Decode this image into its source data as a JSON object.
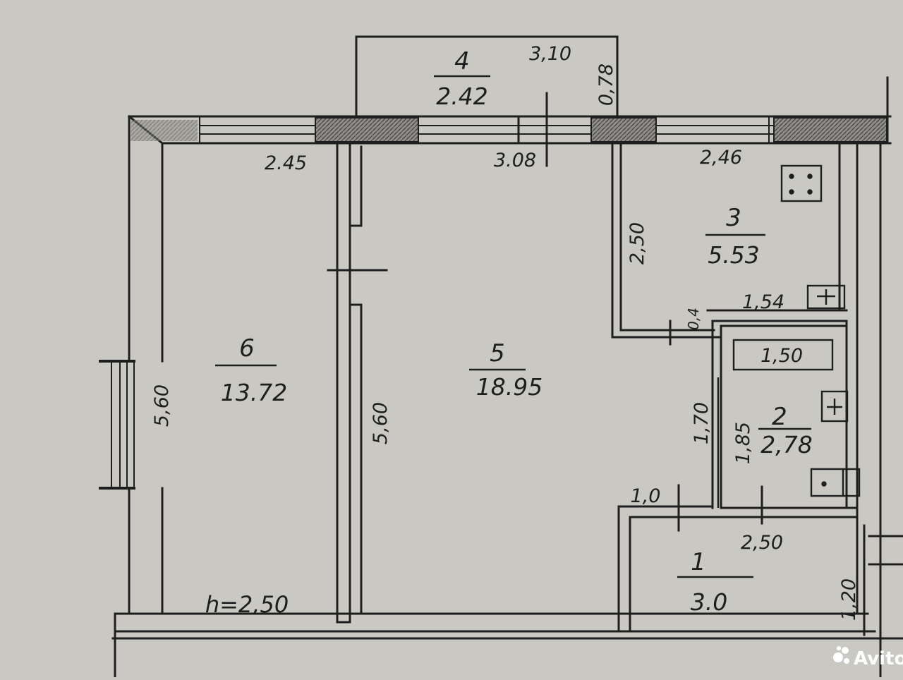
{
  "plan": {
    "rooms": [
      {
        "number": "1",
        "area": "3.0"
      },
      {
        "number": "2",
        "area": "2,78"
      },
      {
        "number": "3",
        "area": "5.53"
      },
      {
        "number": "4",
        "area": "2.42"
      },
      {
        "number": "5",
        "area": "18.95"
      },
      {
        "number": "6",
        "area": "13.72"
      }
    ],
    "dimensions": {
      "balcony_width": "3,10",
      "balcony_depth": "0,78",
      "room6_width": "2.45",
      "room5_width": "3.08",
      "room3_width": "2,46",
      "room3_depth": "2,50",
      "room6_depth": "5,60",
      "room5_depth": "5,60",
      "corridor_width": "1,54",
      "corridor_gap": "0,4",
      "bath_fixture": "1,50",
      "bath_depth_left": "1,70",
      "bath_depth_right": "1,85",
      "hall_door": "1,0",
      "hall_width": "2,50",
      "hall_depth": "1,20",
      "ceiling_height": "h=2,50"
    }
  },
  "watermark": {
    "text": "Avito",
    "color": "#ffffff"
  },
  "colors": {
    "paper": "#c9c8c2",
    "ink": "#1e1e1e",
    "hatch": "#5e5d58"
  }
}
